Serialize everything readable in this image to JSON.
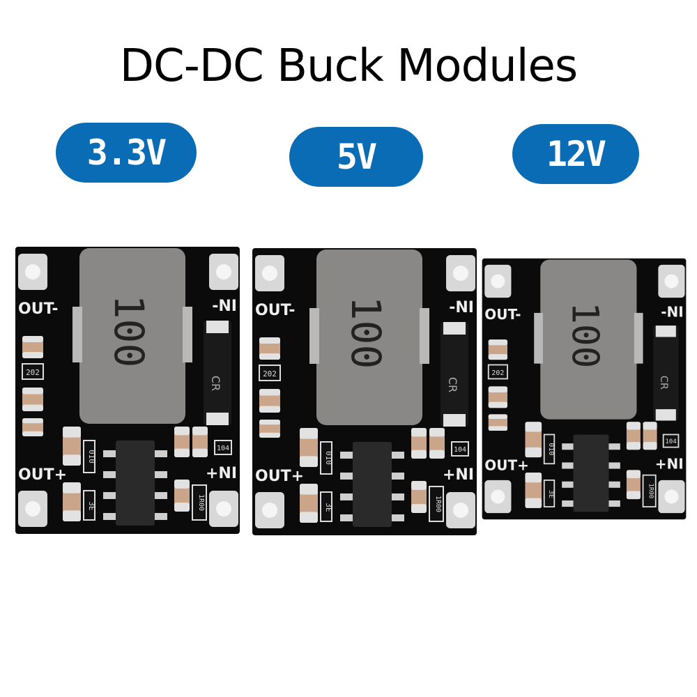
{
  "title": "DC-DC Buck Modules",
  "variants": [
    {
      "voltage_label": "3.3V"
    },
    {
      "voltage_label": "5V"
    },
    {
      "voltage_label": "12V"
    }
  ],
  "board_markings": {
    "out_minus": "OUT-",
    "out_plus": "OUT+",
    "in_minus": "-NI",
    "in_plus": "+NI",
    "inductor": "100",
    "diode": "CR",
    "res_202": "202",
    "res_010": "010",
    "res_3e": "3E",
    "res_104": "104",
    "res_1r00": "1R00"
  },
  "colors": {
    "pill": "#0a6cb4",
    "pcb": "#0b0b0b",
    "inductor": "#8a8886",
    "pad": "#d8d8d8"
  }
}
